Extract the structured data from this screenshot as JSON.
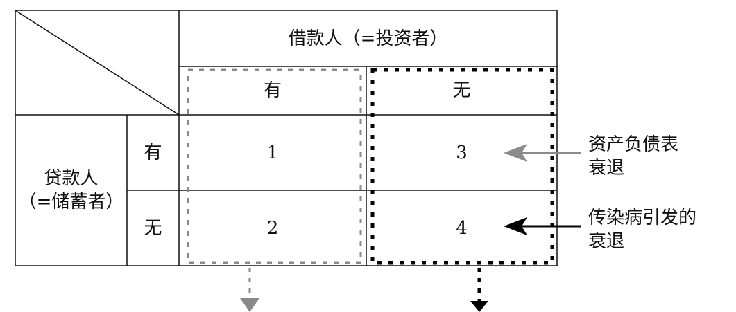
{
  "header": {
    "borrower": "借款人（=投资者）",
    "yes": "有",
    "no": "无"
  },
  "rows": {
    "lender_line1": "贷款人",
    "lender_line2": "（=储蓄者）",
    "yes": "有",
    "no": "无"
  },
  "cells": [
    "1",
    "2",
    "3",
    "4"
  ],
  "annotations": {
    "balance_sheet": {
      "line1": "资产负债表",
      "line2": "衰退",
      "color": "#8a8a8a"
    },
    "pandemic": {
      "line1": "传染病引发的",
      "line2": "衰退",
      "color": "#000000"
    }
  }
}
